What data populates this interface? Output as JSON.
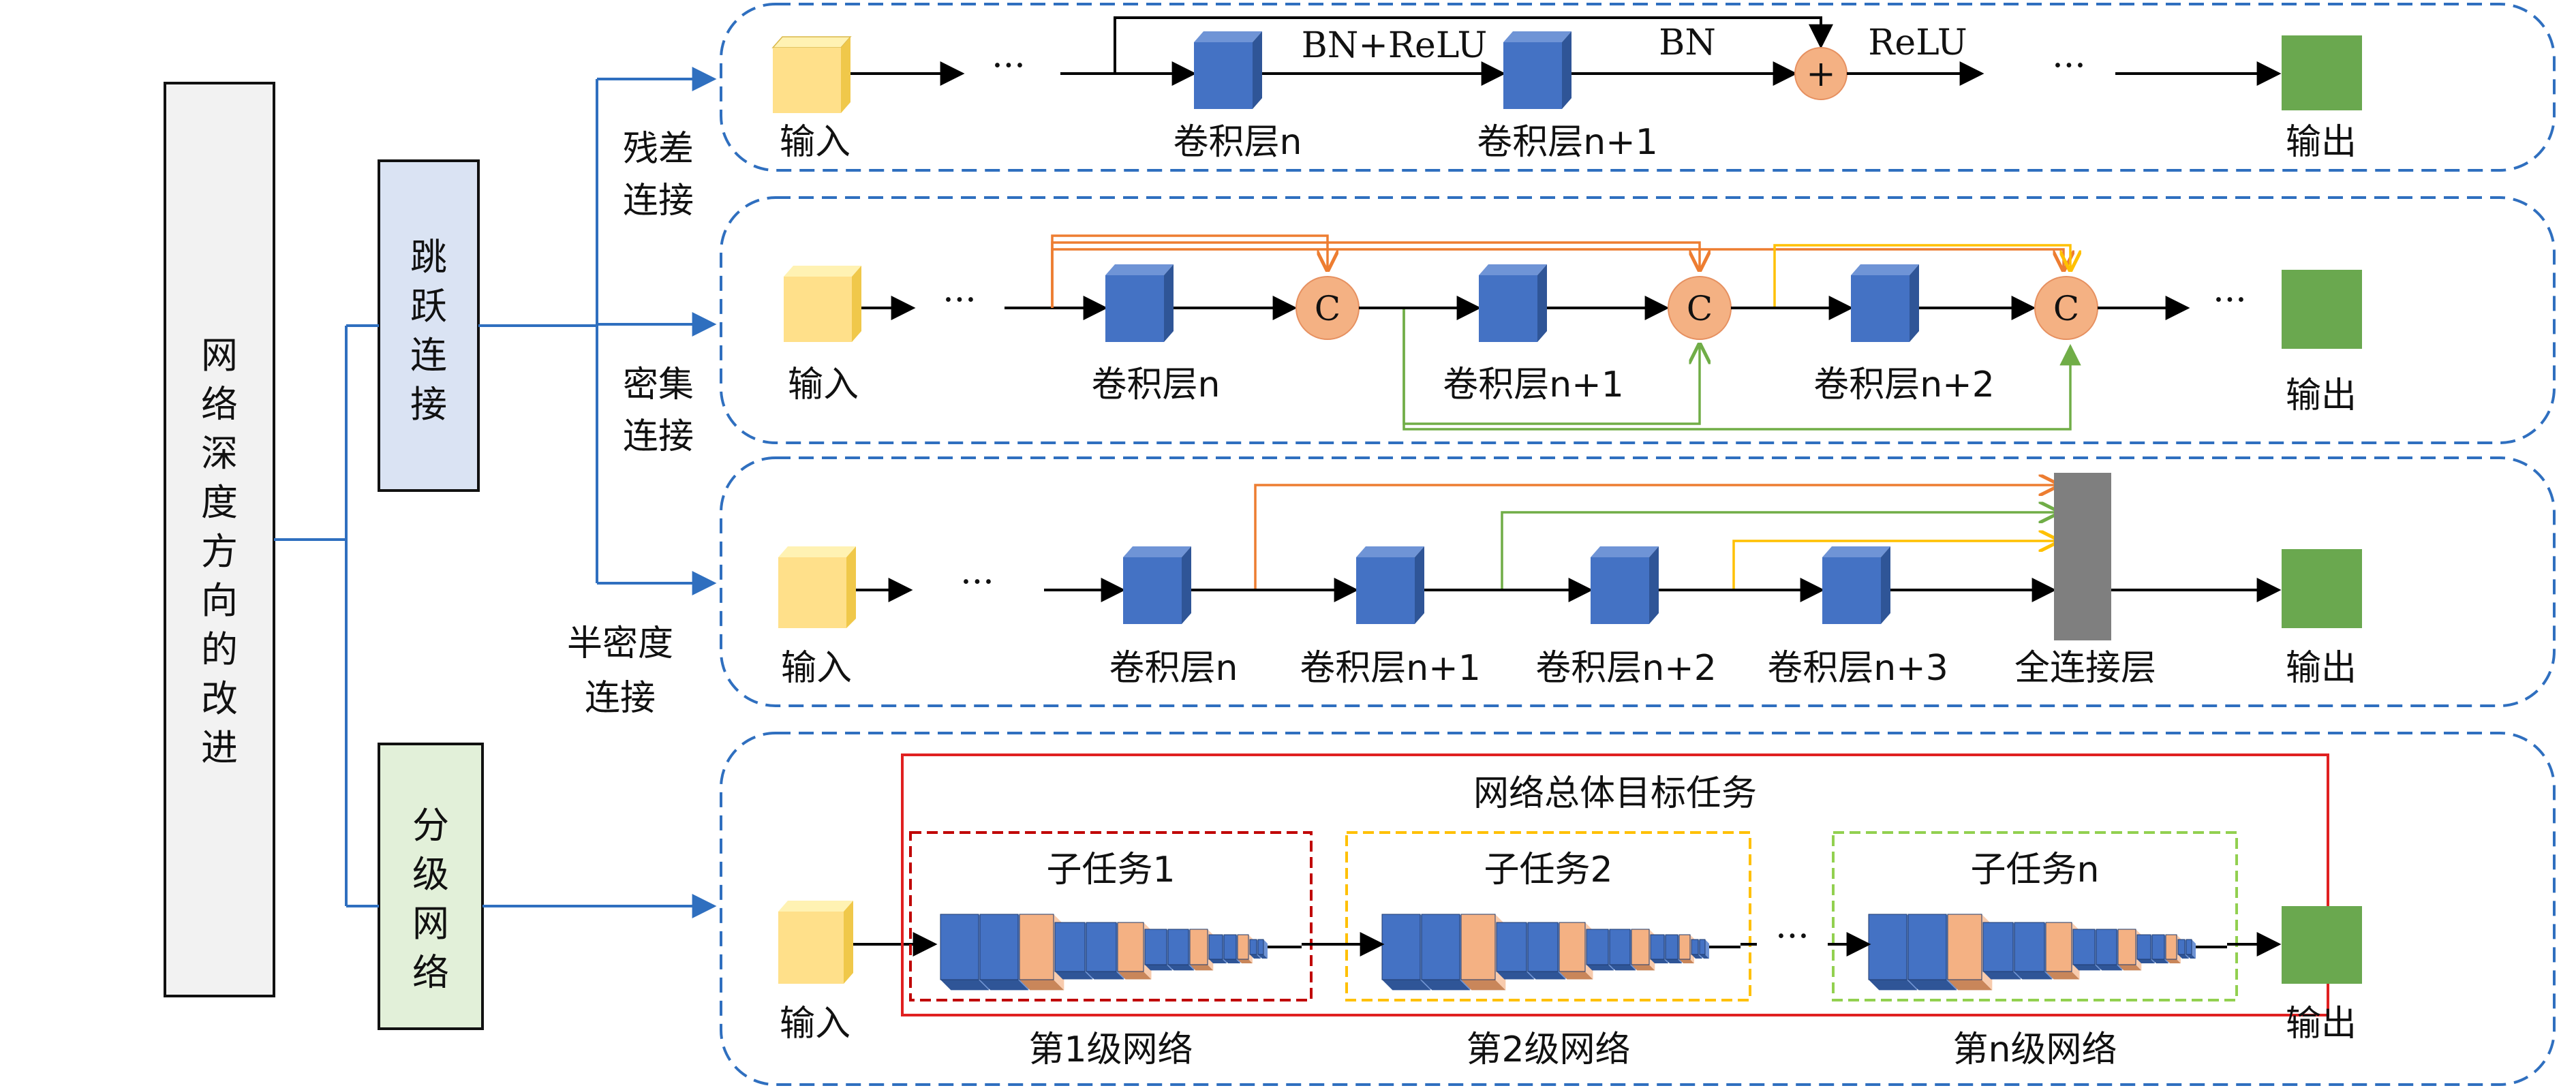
{
  "root": {
    "label_chars": [
      "网",
      "络",
      "深",
      "度",
      "方",
      "向",
      "的",
      "改",
      "进"
    ]
  },
  "level1": {
    "skip": {
      "label_chars": [
        "跳",
        "跃",
        "连",
        "接"
      ]
    },
    "hier": {
      "label_chars": [
        "分",
        "级",
        "网",
        "络"
      ]
    }
  },
  "branch_labels": {
    "residual": [
      "残差",
      "连接"
    ],
    "dense": [
      "密集",
      "连接"
    ],
    "semi": [
      "半密度",
      "连接"
    ]
  },
  "common": {
    "input": "输入",
    "output": "输出",
    "ellipsis": "···",
    "concat": "C",
    "plus": "+"
  },
  "residual_panel": {
    "layer_n": "卷积层n",
    "layer_n1": "卷积层n+1",
    "edge1": "BN+ReLU",
    "edge2": "BN",
    "edge3": "ReLU"
  },
  "dense_panel": {
    "layers": [
      "卷积层n",
      "卷积层n+1",
      "卷积层n+2"
    ]
  },
  "semi_panel": {
    "layers": [
      "卷积层n",
      "卷积层n+1",
      "卷积层n+2",
      "卷积层n+3"
    ],
    "fc": "全连接层"
  },
  "hier_panel": {
    "overall_task": "网络总体目标任务",
    "subtasks": [
      "子任务1",
      "子任务2",
      "子任务n"
    ],
    "levels": [
      "第1级网络",
      "第2级网络",
      "第n级网络"
    ]
  },
  "colors": {
    "panel_border": "#2f6fbf",
    "connector": "#2f6fbf",
    "input_cube": "#ffe08a",
    "output_square": "#6aa84f",
    "conv_cube": "#4472c4",
    "concat_node": "#f4b183",
    "orange_line": "#ed7d31",
    "yellow_line": "#ffc000",
    "green_line": "#70ad47",
    "fc_bar": "#7f7f7f",
    "root_box": "#f2f2f2",
    "skip_box": "#dae3f3",
    "hier_box": "#e2f0d9",
    "task_border": "#e02020",
    "sub1_border": "#c00000",
    "sub2_border": "#ffc000",
    "subn_border": "#92d050"
  }
}
